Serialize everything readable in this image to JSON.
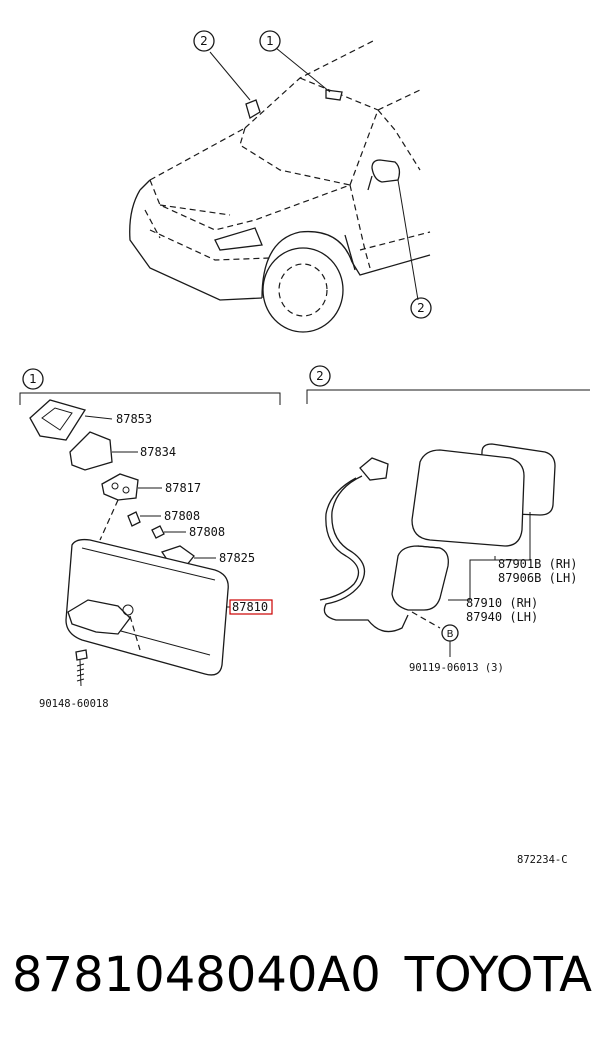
{
  "diagram": {
    "callouts": {
      "c1": "1",
      "c2": "2",
      "c2b": "2",
      "sec1": "1",
      "sec2": "2",
      "b": "B"
    },
    "parts": {
      "p87853": "87853",
      "p87834": "87834",
      "p87817": "87817",
      "p87808a": "87808",
      "p87808b": "87808",
      "p87825": "87825",
      "p87810": "87810",
      "p90148": "90148-60018",
      "p87901": "87901B (RH)",
      "p87906": "87906B (LH)",
      "p87910": "87910 (RH)",
      "p87940": "87940 (LH)",
      "p90119": "90119-06013 (3)"
    },
    "drawing_code": "872234-C",
    "highlight_color": "#cc0000"
  },
  "footer": {
    "part_number": "8781048040A0",
    "brand": "TOYOTA"
  }
}
